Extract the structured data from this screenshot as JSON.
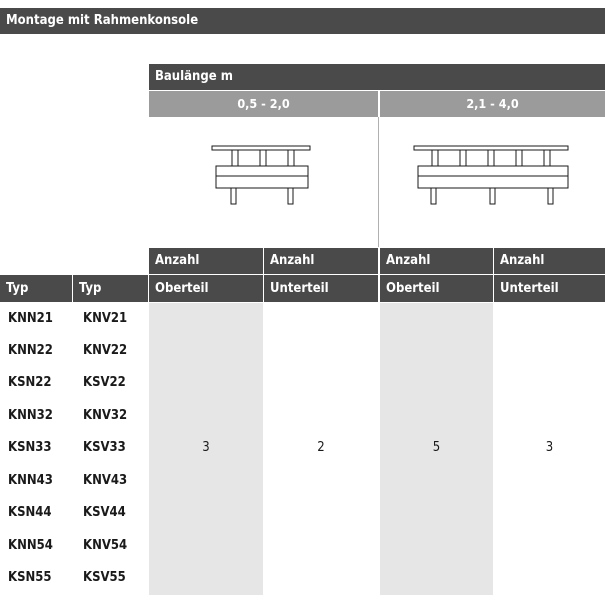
{
  "title": "Montage mit Rahmenkonsole",
  "header": {
    "baulaenge": "Baulänge m",
    "range_short": "0,5 - 2,0",
    "range_long": "2,1 - 4,0"
  },
  "columns": {
    "anzahl": "Anzahl",
    "oberteil": "Oberteil",
    "unterteil": "Unterteil",
    "typ": "Typ"
  },
  "rows": [
    [
      "KNN21",
      "KNV21"
    ],
    [
      "KNN22",
      "KNV22"
    ],
    [
      "KSN22",
      "KSV22"
    ],
    [
      "KNN32",
      "KNV32"
    ],
    [
      "KSN33",
      "KSV33"
    ],
    [
      "KNN43",
      "KNV43"
    ],
    [
      "KSN44",
      "KSV44"
    ],
    [
      "KNN54",
      "KNV54"
    ],
    [
      "KSN55",
      "KSV55"
    ]
  ],
  "values": {
    "short_oberteil": "3",
    "short_unterteil": "2",
    "long_oberteil": "5",
    "long_unterteil": "3"
  }
}
